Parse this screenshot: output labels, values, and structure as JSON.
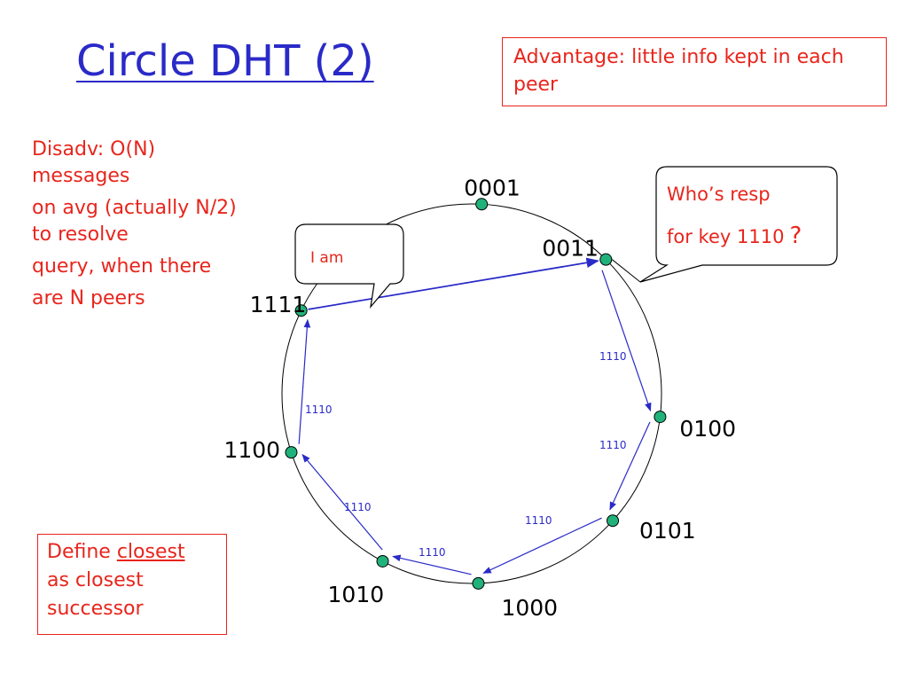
{
  "title": "Circle DHT  (2)",
  "advantage_box": {
    "text": "Advantage:  little info kept in each peer"
  },
  "disadvantage": {
    "line1": "Disadv:  O(N)",
    "line2": "messages",
    "line3": "on avg (actually N/2)",
    "line4": "to resolve",
    "line5": "query, when there",
    "line6": "are N peers"
  },
  "define_box": {
    "prefix": "Define ",
    "keyword": "closest",
    "line2": "as closest",
    "line3": "successor"
  },
  "callout_query": {
    "line1": "Who’s resp",
    "line2": "for key 1110",
    "mark": "?"
  },
  "callout_answer": {
    "text": "I am"
  },
  "nodes": [
    {
      "id": "0001",
      "angle": -87
    },
    {
      "id": "0011",
      "angle": -45
    },
    {
      "id": "0100",
      "angle": 7
    },
    {
      "id": "0101",
      "angle": 42
    },
    {
      "id": "1000",
      "angle": 88
    },
    {
      "id": "1010",
      "angle": 118
    },
    {
      "id": "1100",
      "angle": 162
    },
    {
      "id": "1111",
      "angle": 206
    }
  ],
  "hop_label": "1110",
  "colors": {
    "red": "#e8251c",
    "blue": "#2a2ac8",
    "node_fill": "#21b27b"
  }
}
